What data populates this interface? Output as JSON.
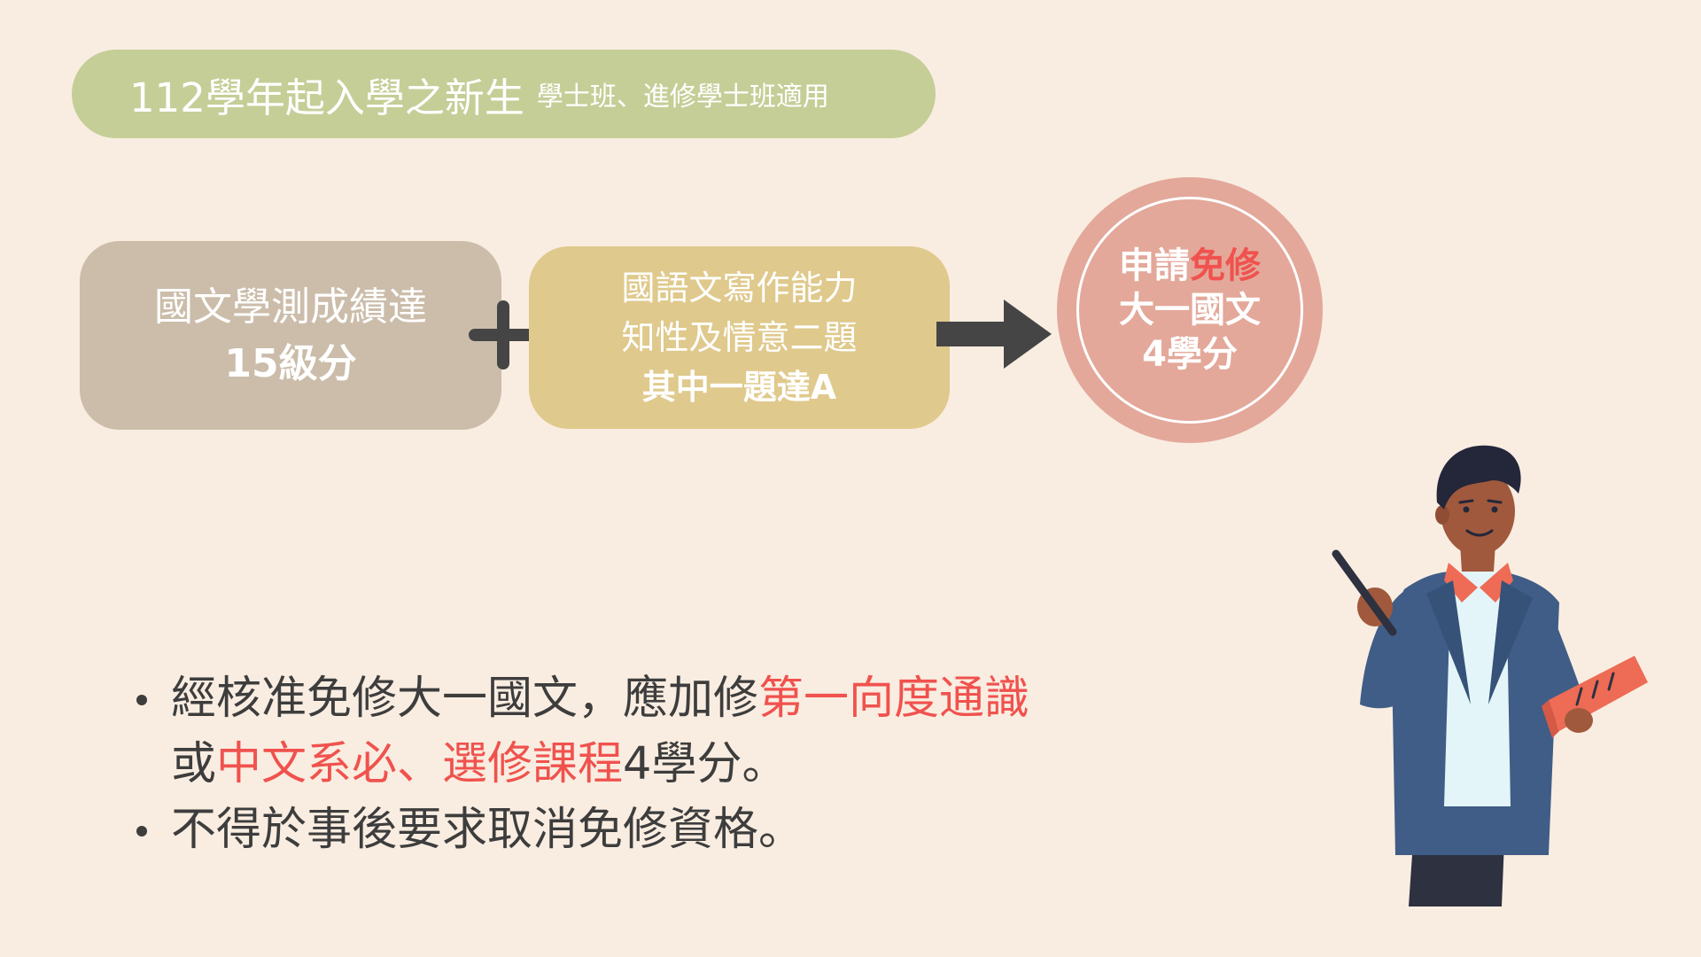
{
  "header": {
    "title": "112學年起入學之新生",
    "subtitle": "學士班、進修學士班適用"
  },
  "box_score": {
    "line1": "國文學測成績達",
    "line2": "15級分"
  },
  "box_writing": {
    "line1": "國語文寫作能力",
    "line2": "知性及情意二題",
    "line3": "其中一題達A"
  },
  "result": {
    "line1_a": "申請",
    "line1_b": "免修",
    "line2": "大一國文",
    "line3": "4學分"
  },
  "bullets": {
    "b1_part1": "經核准免修大一國文，應加修",
    "b1_part2": "第一向度通識",
    "b1_part3": "或",
    "b1_part4": "中文系必、選修課程",
    "b1_part5": "4學分。",
    "b2": "不得於事後要求取消免修資格。"
  },
  "colors": {
    "background": "#f9ede1",
    "header_pill": "#c5ce97",
    "score_box": "#cbbdaa",
    "writing_box": "#dfc98c",
    "result_circle": "#e3a89a",
    "highlight_red": "#f0524e",
    "body_text": "#3d3d3d"
  },
  "icons": [
    "plus-icon",
    "right-arrow-icon",
    "teacher-illustration"
  ]
}
